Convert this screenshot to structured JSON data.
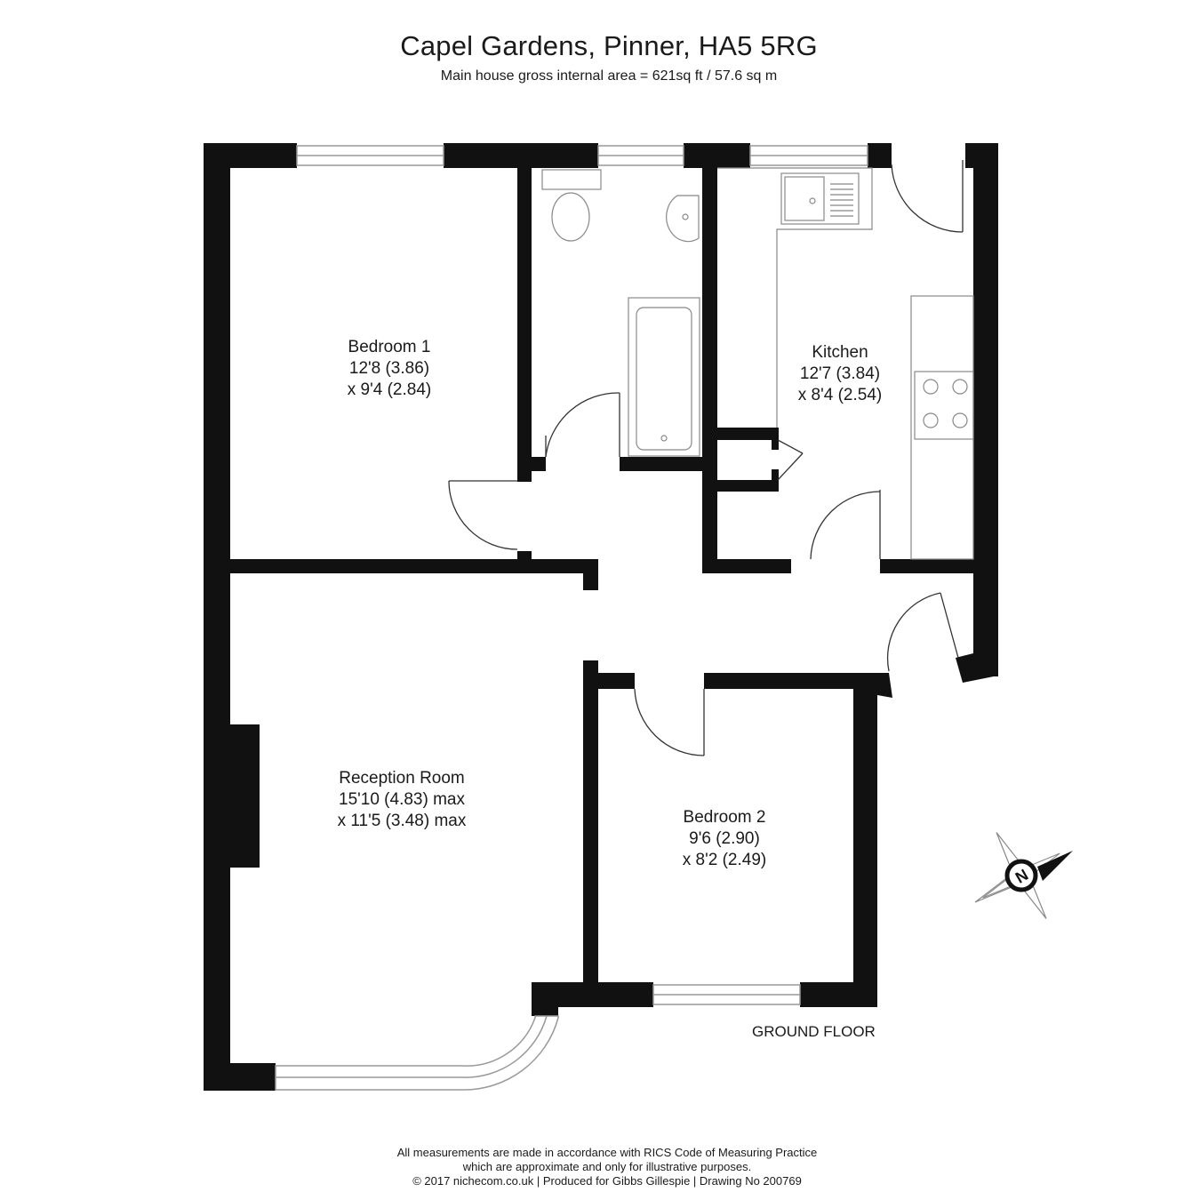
{
  "header": {
    "title": "Capel Gardens, Pinner, HA5 5RG",
    "area": "Main house gross internal area =  621sq ft / 57.6 sq m"
  },
  "rooms": {
    "bedroom1": {
      "name": "Bedroom 1",
      "dim1": "12'8 (3.86)",
      "dim2": "x 9'4 (2.84)"
    },
    "kitchen": {
      "name": "Kitchen",
      "dim1": "12'7 (3.84)",
      "dim2": "x 8'4 (2.54)"
    },
    "reception": {
      "name": "Reception Room",
      "dim1": "15'10 (4.83) max",
      "dim2": "x 11'5 (3.48) max"
    },
    "bedroom2": {
      "name": "Bedroom 2",
      "dim1": "9'6 (2.90)",
      "dim2": "x 8'2 (2.49)"
    }
  },
  "floor_label": "GROUND FLOOR",
  "compass": {
    "letter": "N",
    "icon": "compass-icon"
  },
  "footer": {
    "line1": "All measurements are made in accordance with RICS Code of Measuring Practice",
    "line2": "which are approximate and only for illustrative purposes.",
    "line3": "© 2017 nichecom.co.uk  |  Produced for Gibbs Gillespie  |  Drawing No 200769"
  },
  "colors": {
    "wall": "#111111",
    "window": "#9a9a9a",
    "fixture": "#8a8a8a"
  }
}
